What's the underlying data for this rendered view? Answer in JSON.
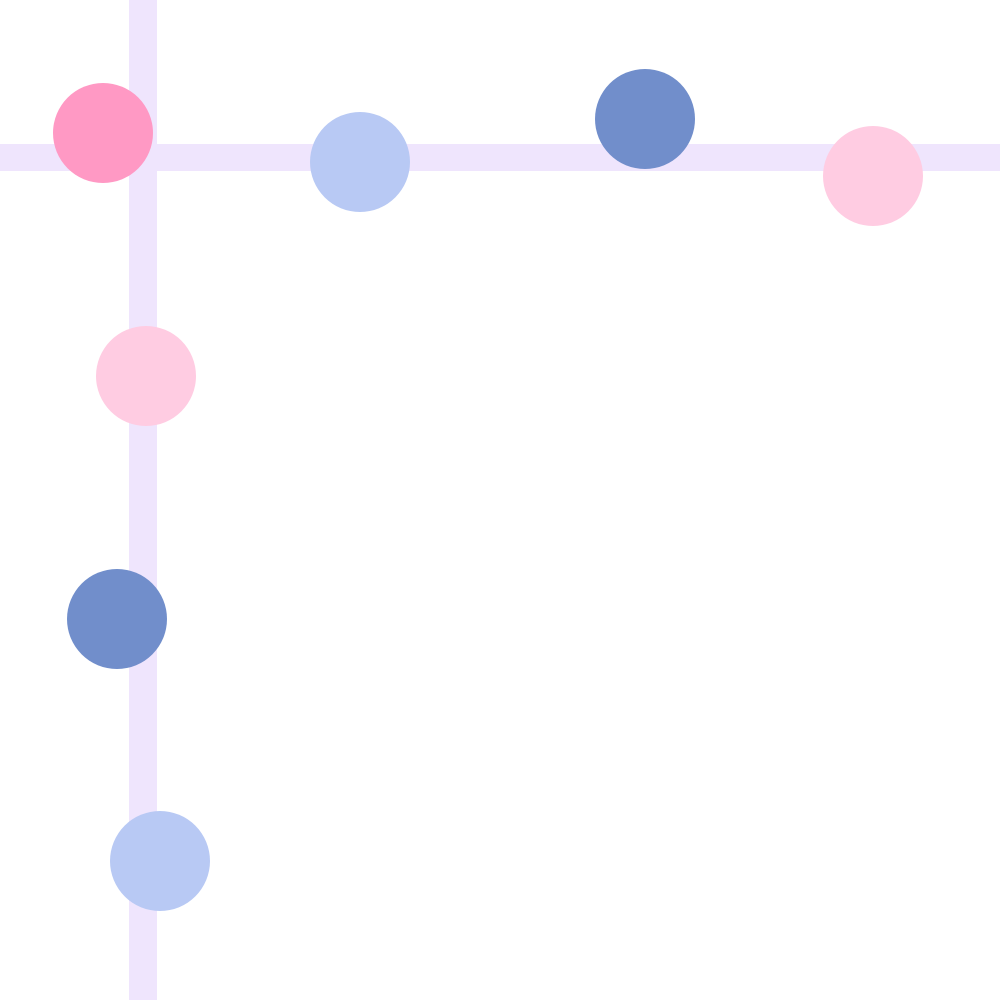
{
  "diagram": {
    "type": "dot-layout",
    "axes": {
      "color": "#EFE5FD"
    },
    "palette": {
      "hot_pink": "#FF99C4",
      "light_pink": "#FFCCE2",
      "light_blue": "#B8C9F4",
      "slate_blue": "#718ECB"
    },
    "nodes": [
      {
        "id": "origin",
        "branch": "corner",
        "color": "#FF99C4"
      },
      {
        "id": "horizontal-1",
        "branch": "horizontal",
        "color": "#B8C9F4"
      },
      {
        "id": "horizontal-2",
        "branch": "horizontal",
        "color": "#718ECB"
      },
      {
        "id": "horizontal-3",
        "branch": "horizontal",
        "color": "#FFCCE2"
      },
      {
        "id": "vertical-1",
        "branch": "vertical",
        "color": "#FFCCE2"
      },
      {
        "id": "vertical-2",
        "branch": "vertical",
        "color": "#718ECB"
      },
      {
        "id": "vertical-3",
        "branch": "vertical",
        "color": "#B8C9F4"
      }
    ]
  }
}
